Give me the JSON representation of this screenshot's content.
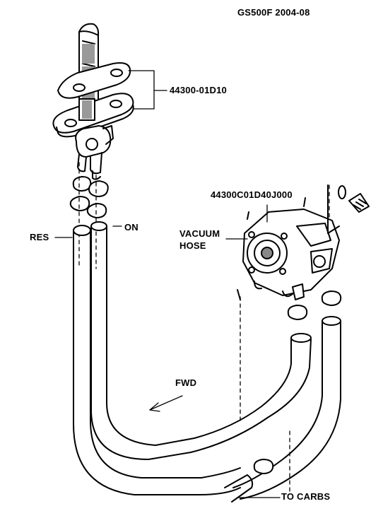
{
  "title": "GS500F  2004-08",
  "labels": {
    "part_petcock": "44300-01D10",
    "part_pump": "44300C01D40J000",
    "res": "RES",
    "on": "ON",
    "vacuum_line1": "VACUUM",
    "vacuum_line2": "HOSE",
    "fwd": "FWD",
    "to_carbs": "TO CARBS"
  },
  "colors": {
    "line": "#000000",
    "background": "#ffffff",
    "shading": "#444444"
  }
}
